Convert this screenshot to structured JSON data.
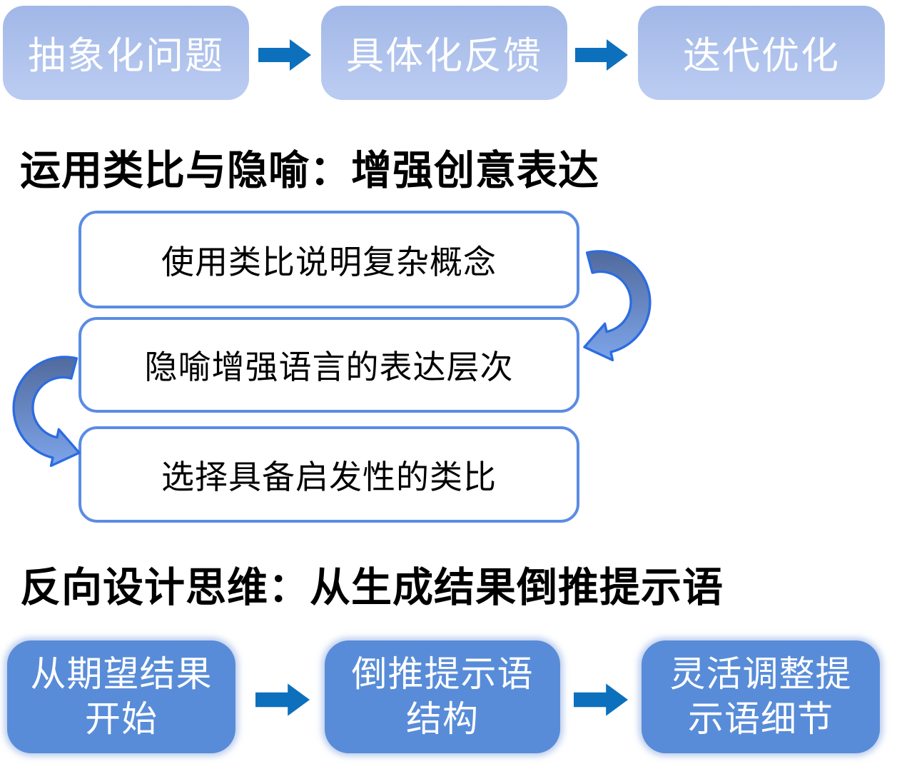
{
  "page": {
    "background": "#ffffff"
  },
  "colors": {
    "block_arrow": "#0c70bd",
    "top_box_gradient_top": "#a1b7e7",
    "top_box_gradient_bottom": "#bacbf1",
    "top_box_text": "#ffffff",
    "outline_box_border": "#5b8ce4",
    "outline_box_text": "#000000",
    "heading_text": "#000000",
    "solid_box_fill": "#588cd8",
    "solid_box_text": "#ffffff",
    "curved_arrow_outline": "#2c6ce0",
    "curved_arrow_fill_top": "#516a9d",
    "curved_arrow_fill_bottom": "#7da5ea"
  },
  "icons": {
    "block_arrow": "right-block-arrow",
    "curve_right": "clockwise-curved-arrow",
    "curve_left": "counterclockwise-curved-arrow"
  },
  "top_flow": {
    "steps": [
      {
        "label": "抽象化问题"
      },
      {
        "label": "具体化反馈"
      },
      {
        "label": "迭代优化"
      }
    ]
  },
  "section_analogy": {
    "title": "运用类比与隐喻：增强创意表达",
    "steps": [
      {
        "label": "使用类比说明复杂概念"
      },
      {
        "label": "隐喻增强语言的表达层次"
      },
      {
        "label": "选择具备启发性的类比"
      }
    ]
  },
  "section_reverse": {
    "title": "反向设计思维：从生成结果倒推提示语",
    "steps": [
      {
        "label": "从期望结果\n开始"
      },
      {
        "label": "倒推提示语\n结构"
      },
      {
        "label": "灵活调整提\n示语细节"
      }
    ]
  }
}
